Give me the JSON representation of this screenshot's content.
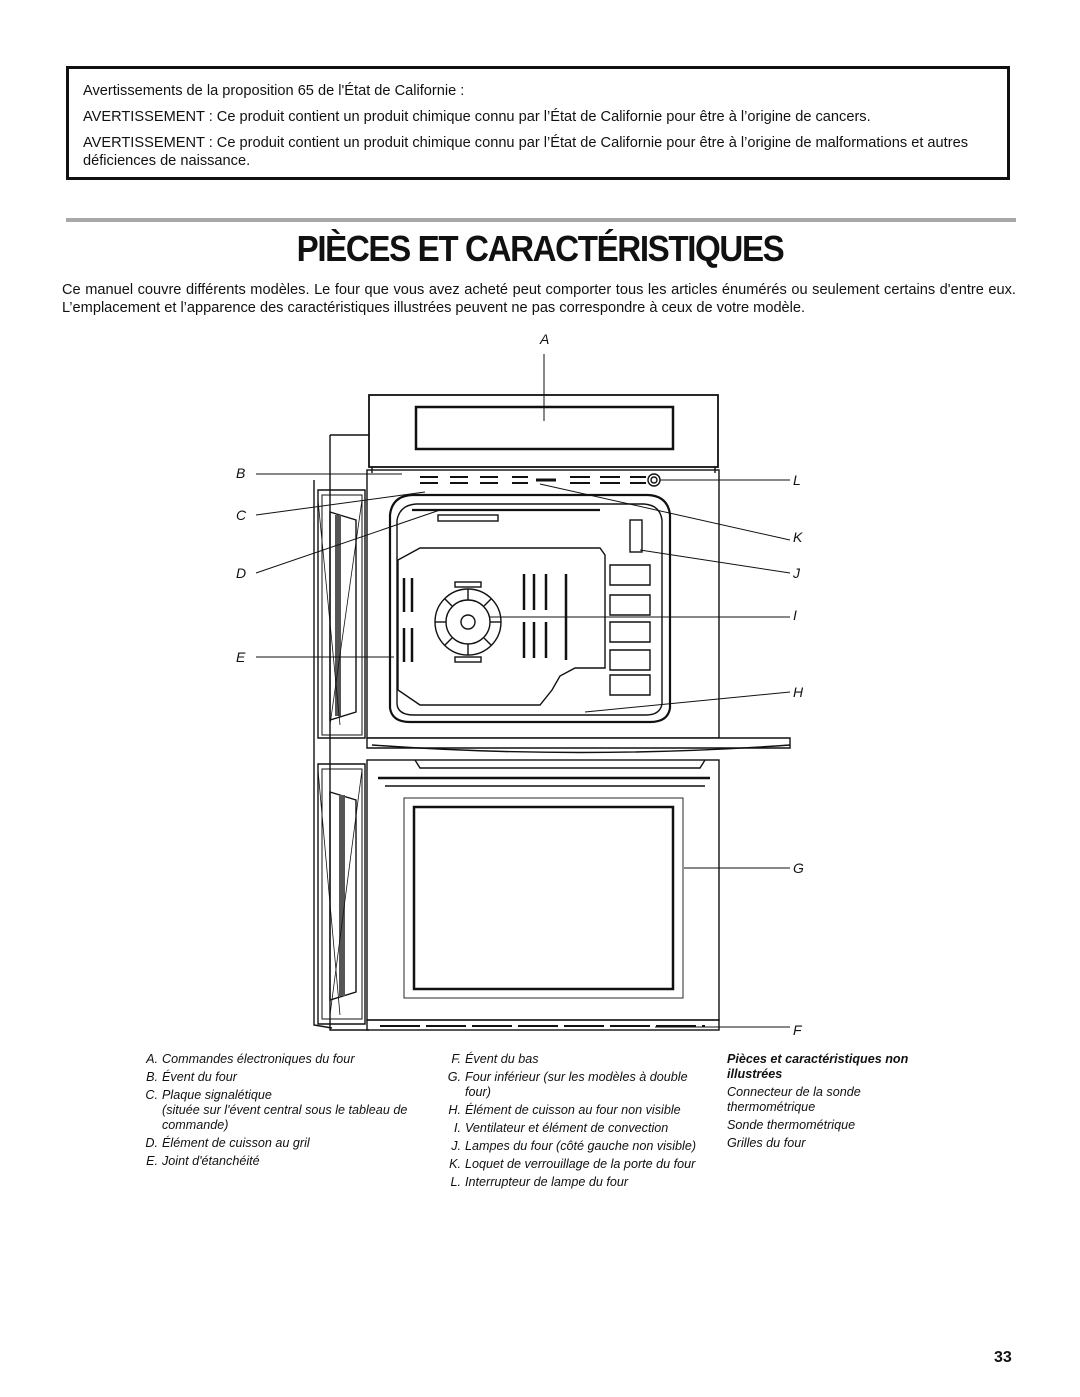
{
  "warnings": {
    "heading": "Avertissements de la proposition 65 de l'État de Californie :",
    "w1": "AVERTISSEMENT : Ce produit contient un produit chimique connu par l’État de Californie pour être à l’origine de cancers.",
    "w2": "AVERTISSEMENT : Ce produit contient un produit chimique connu par l’État de Californie pour être à l’origine de malformations et autres déficiences de naissance."
  },
  "title": "PIÈCES ET CARACTÉRISTIQUES",
  "intro": "Ce manuel couvre différents modèles. Le four que vous avez acheté peut comporter tous les articles énumérés ou seulement certains d'entre eux. L’emplacement et l’apparence des caractéristiques illustrées peuvent ne pas correspondre à ceux de votre modèle.",
  "diagram_labels": {
    "A": "A",
    "B": "B",
    "C": "C",
    "D": "D",
    "E": "E",
    "F": "F",
    "G": "G",
    "H": "H",
    "I": "I",
    "J": "J",
    "K": "K",
    "L": "L"
  },
  "legend": {
    "col1": [
      {
        "key": "A.",
        "text": "Commandes électroniques du four"
      },
      {
        "key": "B.",
        "text": "Évent du four"
      },
      {
        "key": "C.",
        "text": "Plaque signalétique",
        "sub": "(située sur l'évent central sous le tableau de commande)"
      },
      {
        "key": "D.",
        "text": "Élément de cuisson au gril"
      },
      {
        "key": "E.",
        "text": "Joint d'étanchéité"
      }
    ],
    "col2": [
      {
        "key": "F.",
        "text": "Évent du bas"
      },
      {
        "key": "G.",
        "text": "Four inférieur (sur les modèles à double four)"
      },
      {
        "key": "H.",
        "text": "Élément de cuisson au four non visible"
      },
      {
        "key": "I.",
        "text": "Ventilateur et élément de convection"
      },
      {
        "key": "J.",
        "text": "Lampes du four (côté gauche non visible)"
      },
      {
        "key": "K.",
        "text": "Loquet de verrouillage de la porte du four"
      },
      {
        "key": "L.",
        "text": "Interrupteur de lampe du four"
      }
    ],
    "col3_heading": "Pièces et caractéristiques non illustrées",
    "col3": [
      "Connecteur de la sonde thermométrique",
      "Sonde thermométrique",
      "Grilles du four"
    ]
  },
  "page_number": "33"
}
